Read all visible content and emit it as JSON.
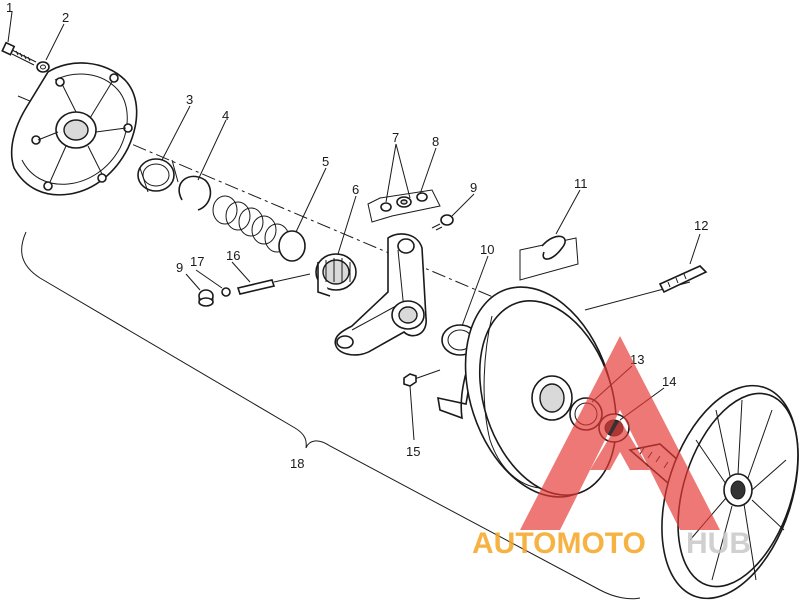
{
  "callouts": [
    {
      "id": "1",
      "text": "1"
    },
    {
      "id": "2",
      "text": "2"
    },
    {
      "id": "3",
      "text": "3"
    },
    {
      "id": "4",
      "text": "4"
    },
    {
      "id": "5",
      "text": "5"
    },
    {
      "id": "6",
      "text": "6"
    },
    {
      "id": "7",
      "text": "7"
    },
    {
      "id": "8",
      "text": "8"
    },
    {
      "id": "9a",
      "text": "9"
    },
    {
      "id": "9b",
      "text": "9"
    },
    {
      "id": "10",
      "text": "10"
    },
    {
      "id": "11",
      "text": "11"
    },
    {
      "id": "12",
      "text": "12"
    },
    {
      "id": "13",
      "text": "13"
    },
    {
      "id": "14",
      "text": "14"
    },
    {
      "id": "15",
      "text": "15"
    },
    {
      "id": "16",
      "text": "16"
    },
    {
      "id": "17",
      "text": "17"
    },
    {
      "id": "18",
      "text": "18"
    }
  ],
  "watermark": {
    "part_a": "AUTOMOTO",
    "part_b": "HUB",
    "color_a": "#f5a623",
    "color_b": "#c8c8c8",
    "triangle_color": "#e53935"
  }
}
